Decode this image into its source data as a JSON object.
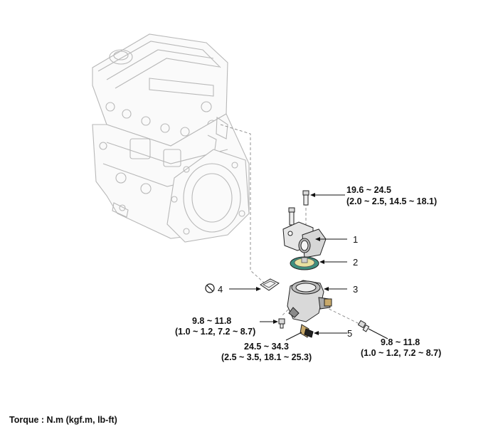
{
  "callouts": {
    "part1": "1",
    "part2": "2",
    "part3": "3",
    "part4": "4",
    "part5": "5"
  },
  "torques": {
    "top_bolt": {
      "line1": "19.6 ~ 24.5",
      "line2": "(2.0 ~ 2.5, 14.5 ~ 18.1)"
    },
    "left_bolt": {
      "line1": "9.8 ~ 11.8",
      "line2": "(1.0 ~ 1.2, 7.2 ~ 8.7)"
    },
    "sensor": {
      "line1": "24.5 ~ 34.3",
      "line2": "(2.5 ~ 3.5, 18.1 ~ 25.3)"
    },
    "right_bolt": {
      "line1": "9.8 ~ 11.8",
      "line2": "(1.0 ~ 1.2, 7.2 ~ 8.7)"
    }
  },
  "footer": {
    "torque_units": "Torque : N.m (kgf.m, lb-ft)"
  },
  "colors": {
    "gasket_teal": "#3f8f7f",
    "housing": "#cfcfcf",
    "outline": "#b8b8b8"
  },
  "icons": {
    "replace_symbol": "no-reuse-icon"
  }
}
